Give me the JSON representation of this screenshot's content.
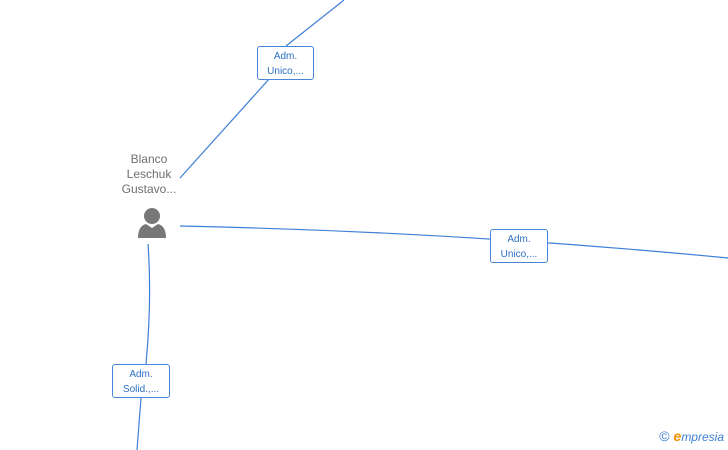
{
  "person": {
    "name_lines": [
      "Blanco",
      "Leschuk",
      "Gustavo..."
    ]
  },
  "relations": [
    {
      "role_line1": "Adm.",
      "role_line2": "Unico,..."
    },
    {
      "role_line1": "Adm.",
      "role_line2": "Unico,..."
    },
    {
      "role_line1": "Adm.",
      "role_line2": "Solid.,..."
    }
  ],
  "colors": {
    "edge": "#3d7fd6",
    "label_text": "#2c6fc4",
    "person_icon": "#777777",
    "person_text": "#6f6f6f",
    "brand_accent": "#f29100"
  },
  "brand": {
    "copyright_symbol": "©",
    "logo_initial": "e",
    "logo_rest": "mpresia"
  }
}
